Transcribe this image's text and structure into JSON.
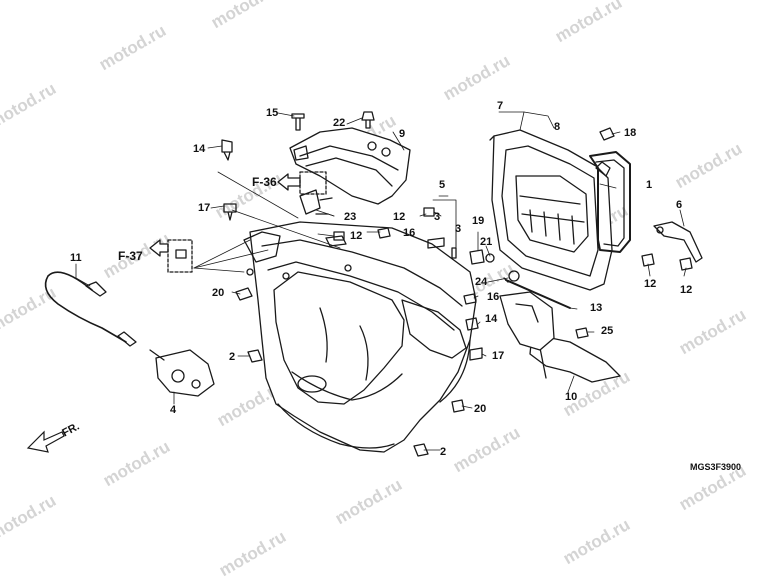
{
  "watermark": "motod.ru",
  "diagram_code": "MGS3F3900",
  "direction_label": "FR.",
  "refs": {
    "f36": "F-36",
    "f37": "F-37"
  },
  "labels": {
    "l1": "1",
    "l2a": "2",
    "l2b": "2",
    "l3a": "3",
    "l3b": "3",
    "l4": "4",
    "l5": "5",
    "l6": "6",
    "l7": "7",
    "l8": "8",
    "l9": "9",
    "l10": "10",
    "l11": "11",
    "l12a": "12",
    "l12b": "12",
    "l12c": "12",
    "l12d": "12",
    "l13": "13",
    "l14a": "14",
    "l14b": "14",
    "l15": "15",
    "l16a": "16",
    "l16b": "16",
    "l17a": "17",
    "l17b": "17",
    "l18": "18",
    "l19": "19",
    "l20a": "20",
    "l20b": "20",
    "l21": "21",
    "l22": "22",
    "l23": "23",
    "l24": "24",
    "l25": "25"
  }
}
